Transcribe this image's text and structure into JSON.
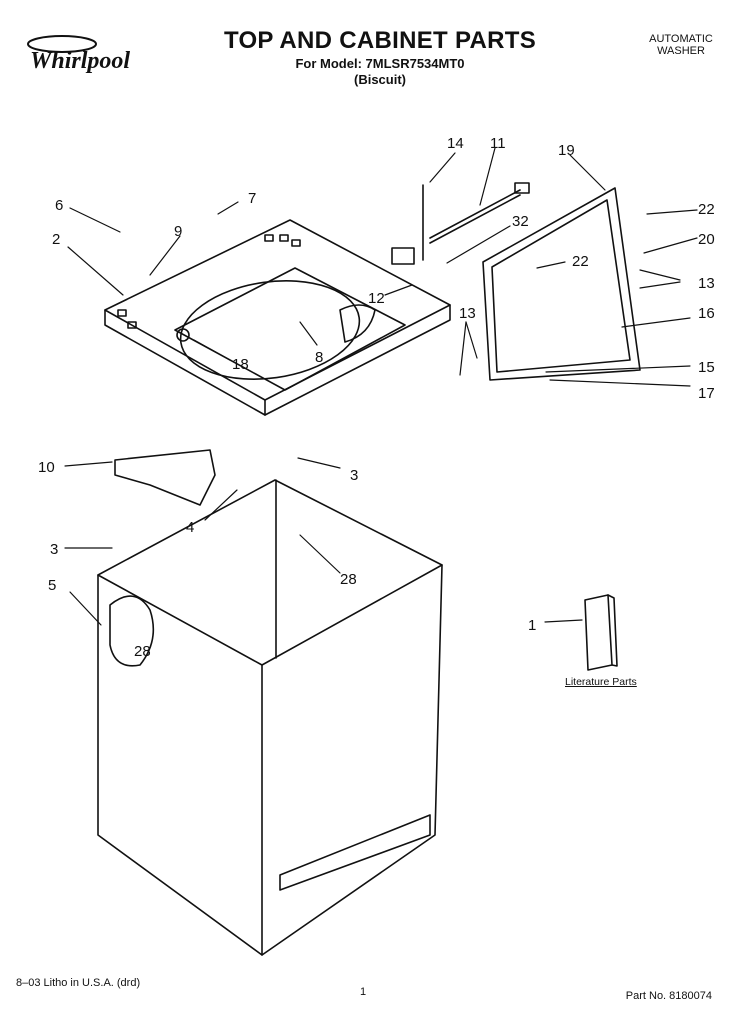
{
  "header": {
    "brand": "Whirlpool",
    "title": "TOP AND CABINET PARTS",
    "model_line": "For Model: 7MLSR7534MT0",
    "color_line": "(Biscuit)",
    "product_line1": "AUTOMATIC",
    "product_line2": "WASHER"
  },
  "callouts": {
    "c1": "1",
    "c2": "2",
    "c3a": "3",
    "c3b": "3",
    "c4": "4",
    "c5": "5",
    "c6": "6",
    "c7": "7",
    "c8": "8",
    "c9": "9",
    "c10": "10",
    "c11": "11",
    "c12": "12",
    "c13a": "13",
    "c13b": "13",
    "c14": "14",
    "c15": "15",
    "c16": "16",
    "c17": "17",
    "c18": "18",
    "c19": "19",
    "c20": "20",
    "c22a": "22",
    "c22b": "22",
    "c28a": "28",
    "c28b": "28",
    "c32": "32"
  },
  "literature_label": "Literature Parts",
  "footer": {
    "left": "8–03 Litho in U.S.A. (drd)",
    "center": "1",
    "right": "Part No. 8180074"
  }
}
